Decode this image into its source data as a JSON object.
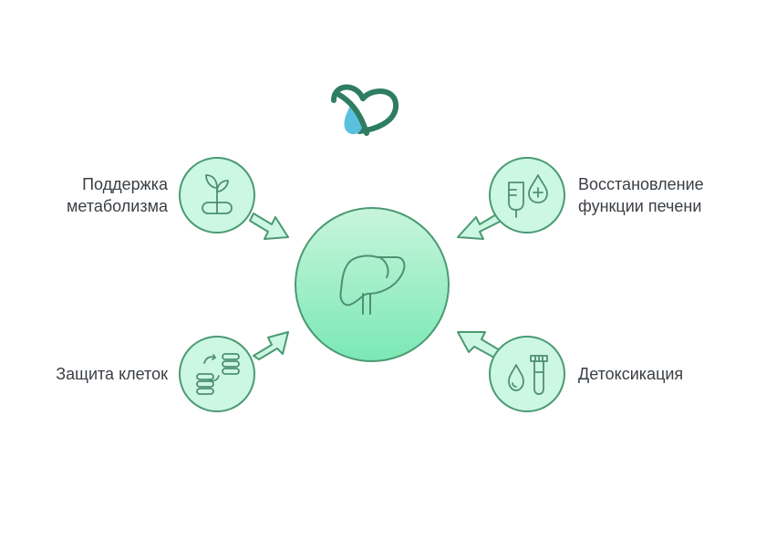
{
  "diagram": {
    "logo": "heart-drop-logo",
    "center": {
      "icon": "liver-icon"
    },
    "nodes": [
      {
        "id": "metabolism",
        "icon": "sprout-capsule-icon",
        "label_lines": [
          "Поддержка",
          "метаболизма"
        ]
      },
      {
        "id": "liver-recovery",
        "icon": "iv-bag-medical-drop-icon",
        "label_lines": [
          "Восстановление",
          "функции печени"
        ]
      },
      {
        "id": "cell-protection",
        "icon": "cell-stacks-refresh-icon",
        "label_lines": [
          "Защита клеток"
        ]
      },
      {
        "id": "detox",
        "icon": "drop-test-tube-icon",
        "label_lines": [
          "Детоксикация"
        ]
      }
    ]
  },
  "colors": {
    "node_fill": "#ccf7e3",
    "node_stroke": "#4a9a72",
    "center_top": "#c8f5dc",
    "center_bottom": "#7be8b5",
    "icon_stroke": "#4f8f73",
    "text": "#3a3f44",
    "logo_green": "#2e7d62",
    "logo_drop": "#5bc0de"
  }
}
